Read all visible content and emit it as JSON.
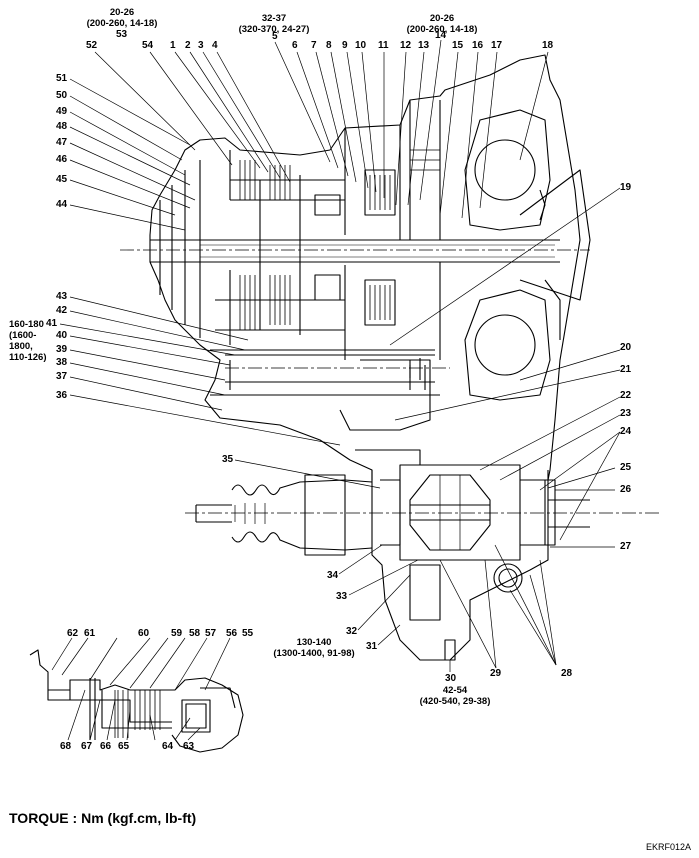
{
  "callouts": [
    "1",
    "2",
    "3",
    "4",
    "5",
    "6",
    "7",
    "8",
    "9",
    "10",
    "11",
    "12",
    "13",
    "14",
    "15",
    "16",
    "17",
    "18",
    "19",
    "20",
    "21",
    "22",
    "23",
    "24",
    "25",
    "26",
    "27",
    "28",
    "29",
    "30",
    "31",
    "32",
    "33",
    "34",
    "35",
    "36",
    "37",
    "38",
    "39",
    "40",
    "41",
    "42",
    "43",
    "44",
    "45",
    "46",
    "47",
    "48",
    "49",
    "50",
    "51",
    "52",
    "53",
    "54",
    "55",
    "56",
    "57",
    "58",
    "59",
    "60",
    "61",
    "62",
    "63",
    "64",
    "65",
    "66",
    "67",
    "68"
  ],
  "torques": {
    "top_left": [
      "20-26",
      "(200-260, 14-18)"
    ],
    "top_center": [
      "32-37",
      "(320-370, 24-27)"
    ],
    "top_right": [
      "20-26",
      "(200-260, 14-18)"
    ],
    "left": [
      "160-180",
      "(1600-",
      "1800,",
      "110-126)"
    ],
    "bottom_center": [
      "130-140",
      "(1300-1400, 91-98)"
    ],
    "bottom_right": [
      "42-54",
      "(420-540, 29-38)"
    ]
  },
  "legend": "TORQUE : Nm (kgf.cm, lb-ft)",
  "figure_code": "EKRF012A"
}
